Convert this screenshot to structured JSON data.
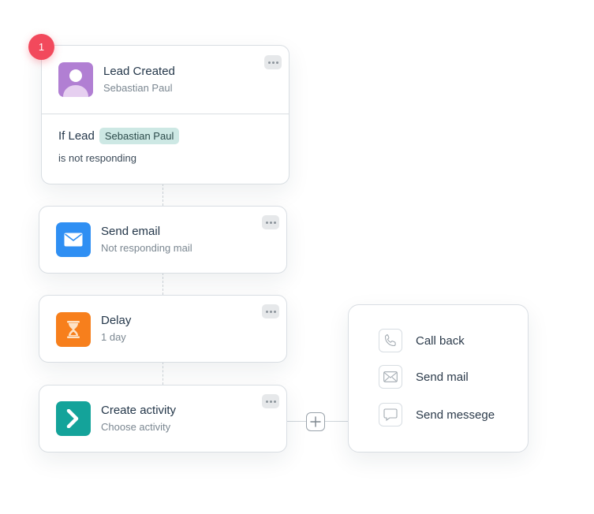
{
  "badge": {
    "count": "1"
  },
  "trigger": {
    "title": "Lead Created",
    "subtitle": "Sebastian Paul",
    "condition_prefix": "If Lead",
    "condition_tag": "Sebastian Paul",
    "condition_text": "is not responding"
  },
  "steps": [
    {
      "title": "Send email",
      "subtitle": "Not responding mail",
      "icon": "mail-icon",
      "color": "#2f8ff3"
    },
    {
      "title": "Delay",
      "subtitle": "1 day",
      "icon": "hourglass-icon",
      "color": "#f77f1c"
    },
    {
      "title": "Create activity",
      "subtitle": "Choose activity",
      "icon": "chevron-right-icon",
      "color": "#14a39a"
    }
  ],
  "activity_menu": {
    "items": [
      {
        "label": "Call back",
        "icon": "phone-icon"
      },
      {
        "label": "Send mail",
        "icon": "envelope-icon"
      },
      {
        "label": "Send messege",
        "icon": "chat-bubble-icon"
      }
    ]
  },
  "colors": {
    "badge": "#f2495c",
    "avatar_bg": "#b17fd3",
    "tag_bg": "#cde8e4",
    "border": "#d9dee3"
  }
}
